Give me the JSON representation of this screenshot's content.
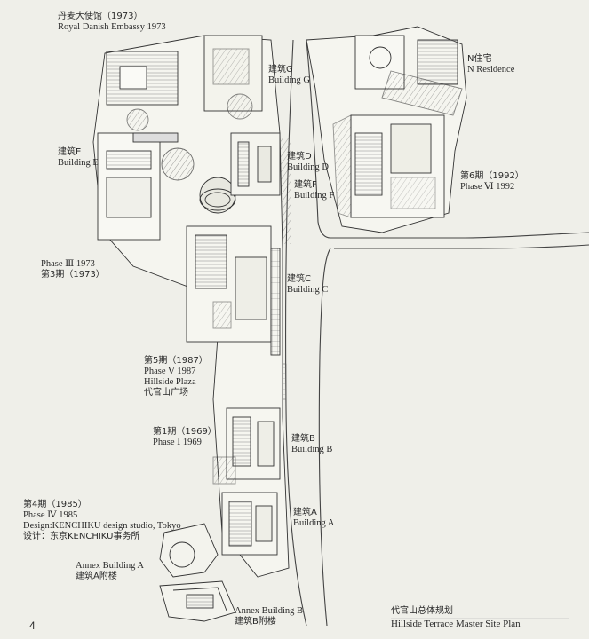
{
  "labels": {
    "danish_embassy": {
      "cn": "丹麦大使馆（1973）",
      "en": "Royal Danish Embassy 1973"
    },
    "building_g": {
      "cn": "建筑G",
      "en": "Building G"
    },
    "n_residence": {
      "cn": "N住宅",
      "en": "N Residence"
    },
    "building_e": {
      "cn": "建筑E",
      "en": "Building E"
    },
    "building_d": {
      "cn": "建筑D",
      "en": "Building D"
    },
    "building_f": {
      "cn": "建筑F",
      "en": "Building F"
    },
    "phase_vi": {
      "cn": "第6期（1992）",
      "en": "Phase Ⅵ 1992"
    },
    "phase_iii": {
      "en": "Phase Ⅲ 1973",
      "cn": "第3期（1973）"
    },
    "building_c": {
      "cn": "建筑C",
      "en": "Building C"
    },
    "phase_v": {
      "cn": "第5期（1987）",
      "en": "Phase Ⅴ 1987"
    },
    "hillside_plaza": {
      "en": "Hillside Plaza",
      "cn": "代官山广场"
    },
    "phase_i": {
      "cn": "第1期（1969）",
      "en": "Phase Ⅰ 1969"
    },
    "building_b": {
      "cn": "建筑B",
      "en": "Building B"
    },
    "phase_iv": {
      "cn": "第4期（1985）",
      "en": "Phase Ⅳ 1985"
    },
    "design": {
      "en": "Design:KENCHIKU design studio, Tokyo",
      "cn": "设计：东京KENCHIKU事务所"
    },
    "building_a": {
      "cn": "建筑A",
      "en": "Building A"
    },
    "annex_a": {
      "en": "Annex Building A",
      "cn": "建筑A附楼"
    },
    "annex_b": {
      "en": "Annex Building B",
      "cn": "建筑B附楼"
    }
  },
  "title": {
    "cn": "代官山总体规划",
    "en": "Hillside Terrace Master Site Plan"
  },
  "page_number": "4"
}
